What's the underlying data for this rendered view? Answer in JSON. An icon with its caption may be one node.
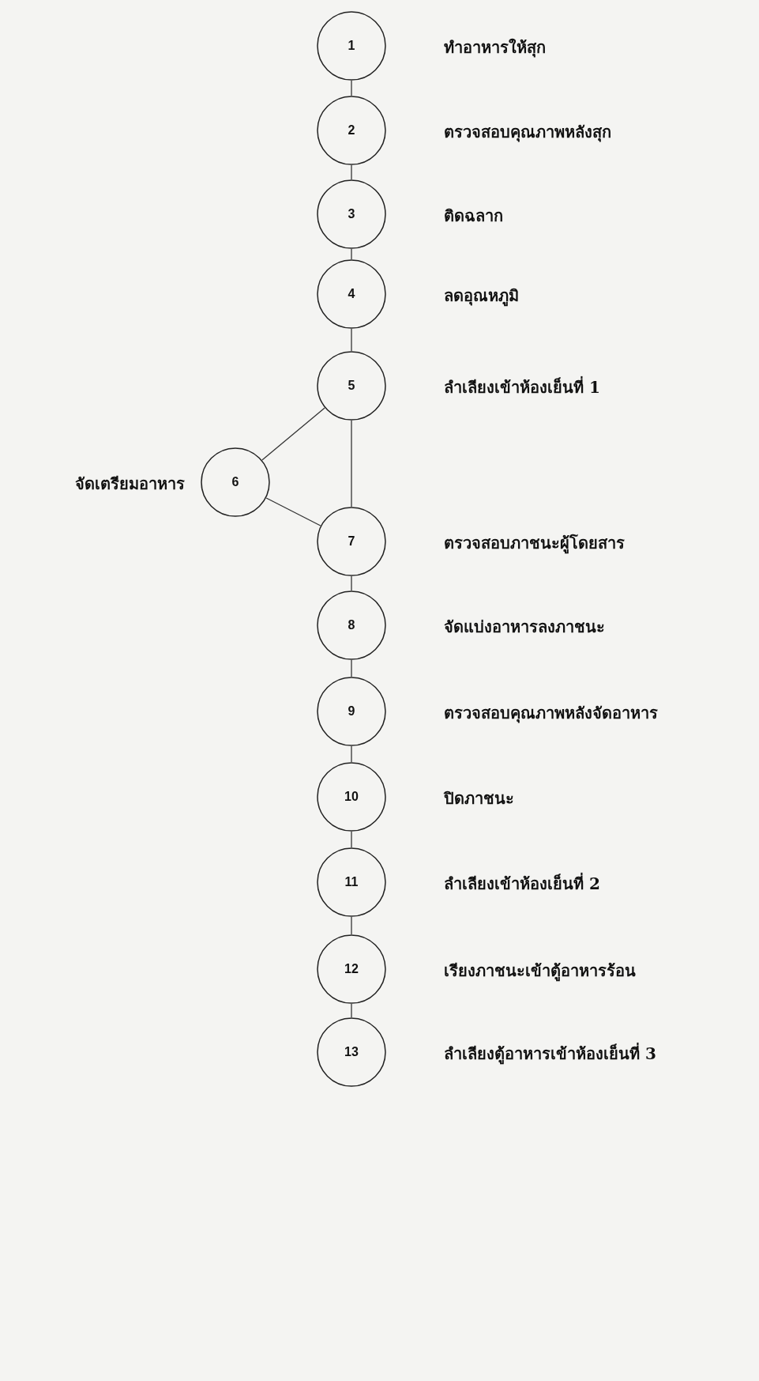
{
  "diagram": {
    "nodes": [
      {
        "text": [
          "1"
        ],
        "beside": [
          "ทำอาหารให้สุก"
        ]
      },
      {
        "text": [
          "2"
        ],
        "beside": [
          "ตรวจสอบคุณภาพหลังสุก"
        ]
      },
      {
        "text": [
          "3"
        ],
        "beside": [
          "ติดฉลาก"
        ]
      },
      {
        "text": [
          "4"
        ],
        "beside": [
          "ลดอุณหภูมิ"
        ]
      },
      {
        "text": [
          "5"
        ],
        "beside": [
          "ลำเลียงเข้าห้องเย็นที่ 1"
        ]
      },
      {
        "text": [
          "6"
        ],
        "beside": [
          "จัดเตรียมอาหาร"
        ]
      },
      {
        "text": [
          "7"
        ],
        "beside": [
          "ตรวจสอบภาชนะผู้โดยสาร"
        ]
      },
      {
        "text": [
          "8"
        ],
        "beside": [
          "จัดแบ่งอาหารลงภาชนะ"
        ]
      },
      {
        "text": [
          "9"
        ],
        "beside": [
          "ตรวจสอบคุณภาพหลังจัดอาหาร"
        ]
      },
      {
        "text": [
          "10"
        ],
        "beside": [
          "ปิดภาชนะ"
        ]
      },
      {
        "text": [
          "11"
        ],
        "beside": [
          "ลำเลียงเข้าห้องเย็นที่ 2"
        ]
      },
      {
        "text": [
          "12"
        ],
        "beside": [
          "เรียงภาชนะเข้าตู้อาหารร้อน"
        ]
      },
      {
        "text": [
          "13"
        ],
        "beside": [
          "ลำเลียงตู้อาหารเข้าห้องเย็นที่ 3"
        ]
      }
    ],
    "edges": [
      {
        "from": 0,
        "to": 1,
        "arrow": "none"
      },
      {
        "from": 1,
        "to": 2,
        "arrow": "none"
      },
      {
        "from": 2,
        "to": 3,
        "arrow": "none"
      },
      {
        "from": 3,
        "to": 4,
        "arrow": "none"
      },
      {
        "from": 5,
        "to": 4,
        "arrow": "none"
      },
      {
        "from": 4,
        "to": 6,
        "arrow": "none"
      },
      {
        "from": 5,
        "to": 6,
        "arrow": "none"
      },
      {
        "from": 6,
        "to": 7,
        "arrow": "none"
      },
      {
        "from": 7,
        "to": 8,
        "arrow": "none"
      },
      {
        "from": 8,
        "to": 9,
        "arrow": "none"
      },
      {
        "from": 9,
        "to": 10,
        "arrow": "none"
      },
      {
        "from": 10,
        "to": 11,
        "arrow": "none"
      },
      {
        "from": 11,
        "to": 12,
        "arrow": "none"
      }
    ]
  }
}
